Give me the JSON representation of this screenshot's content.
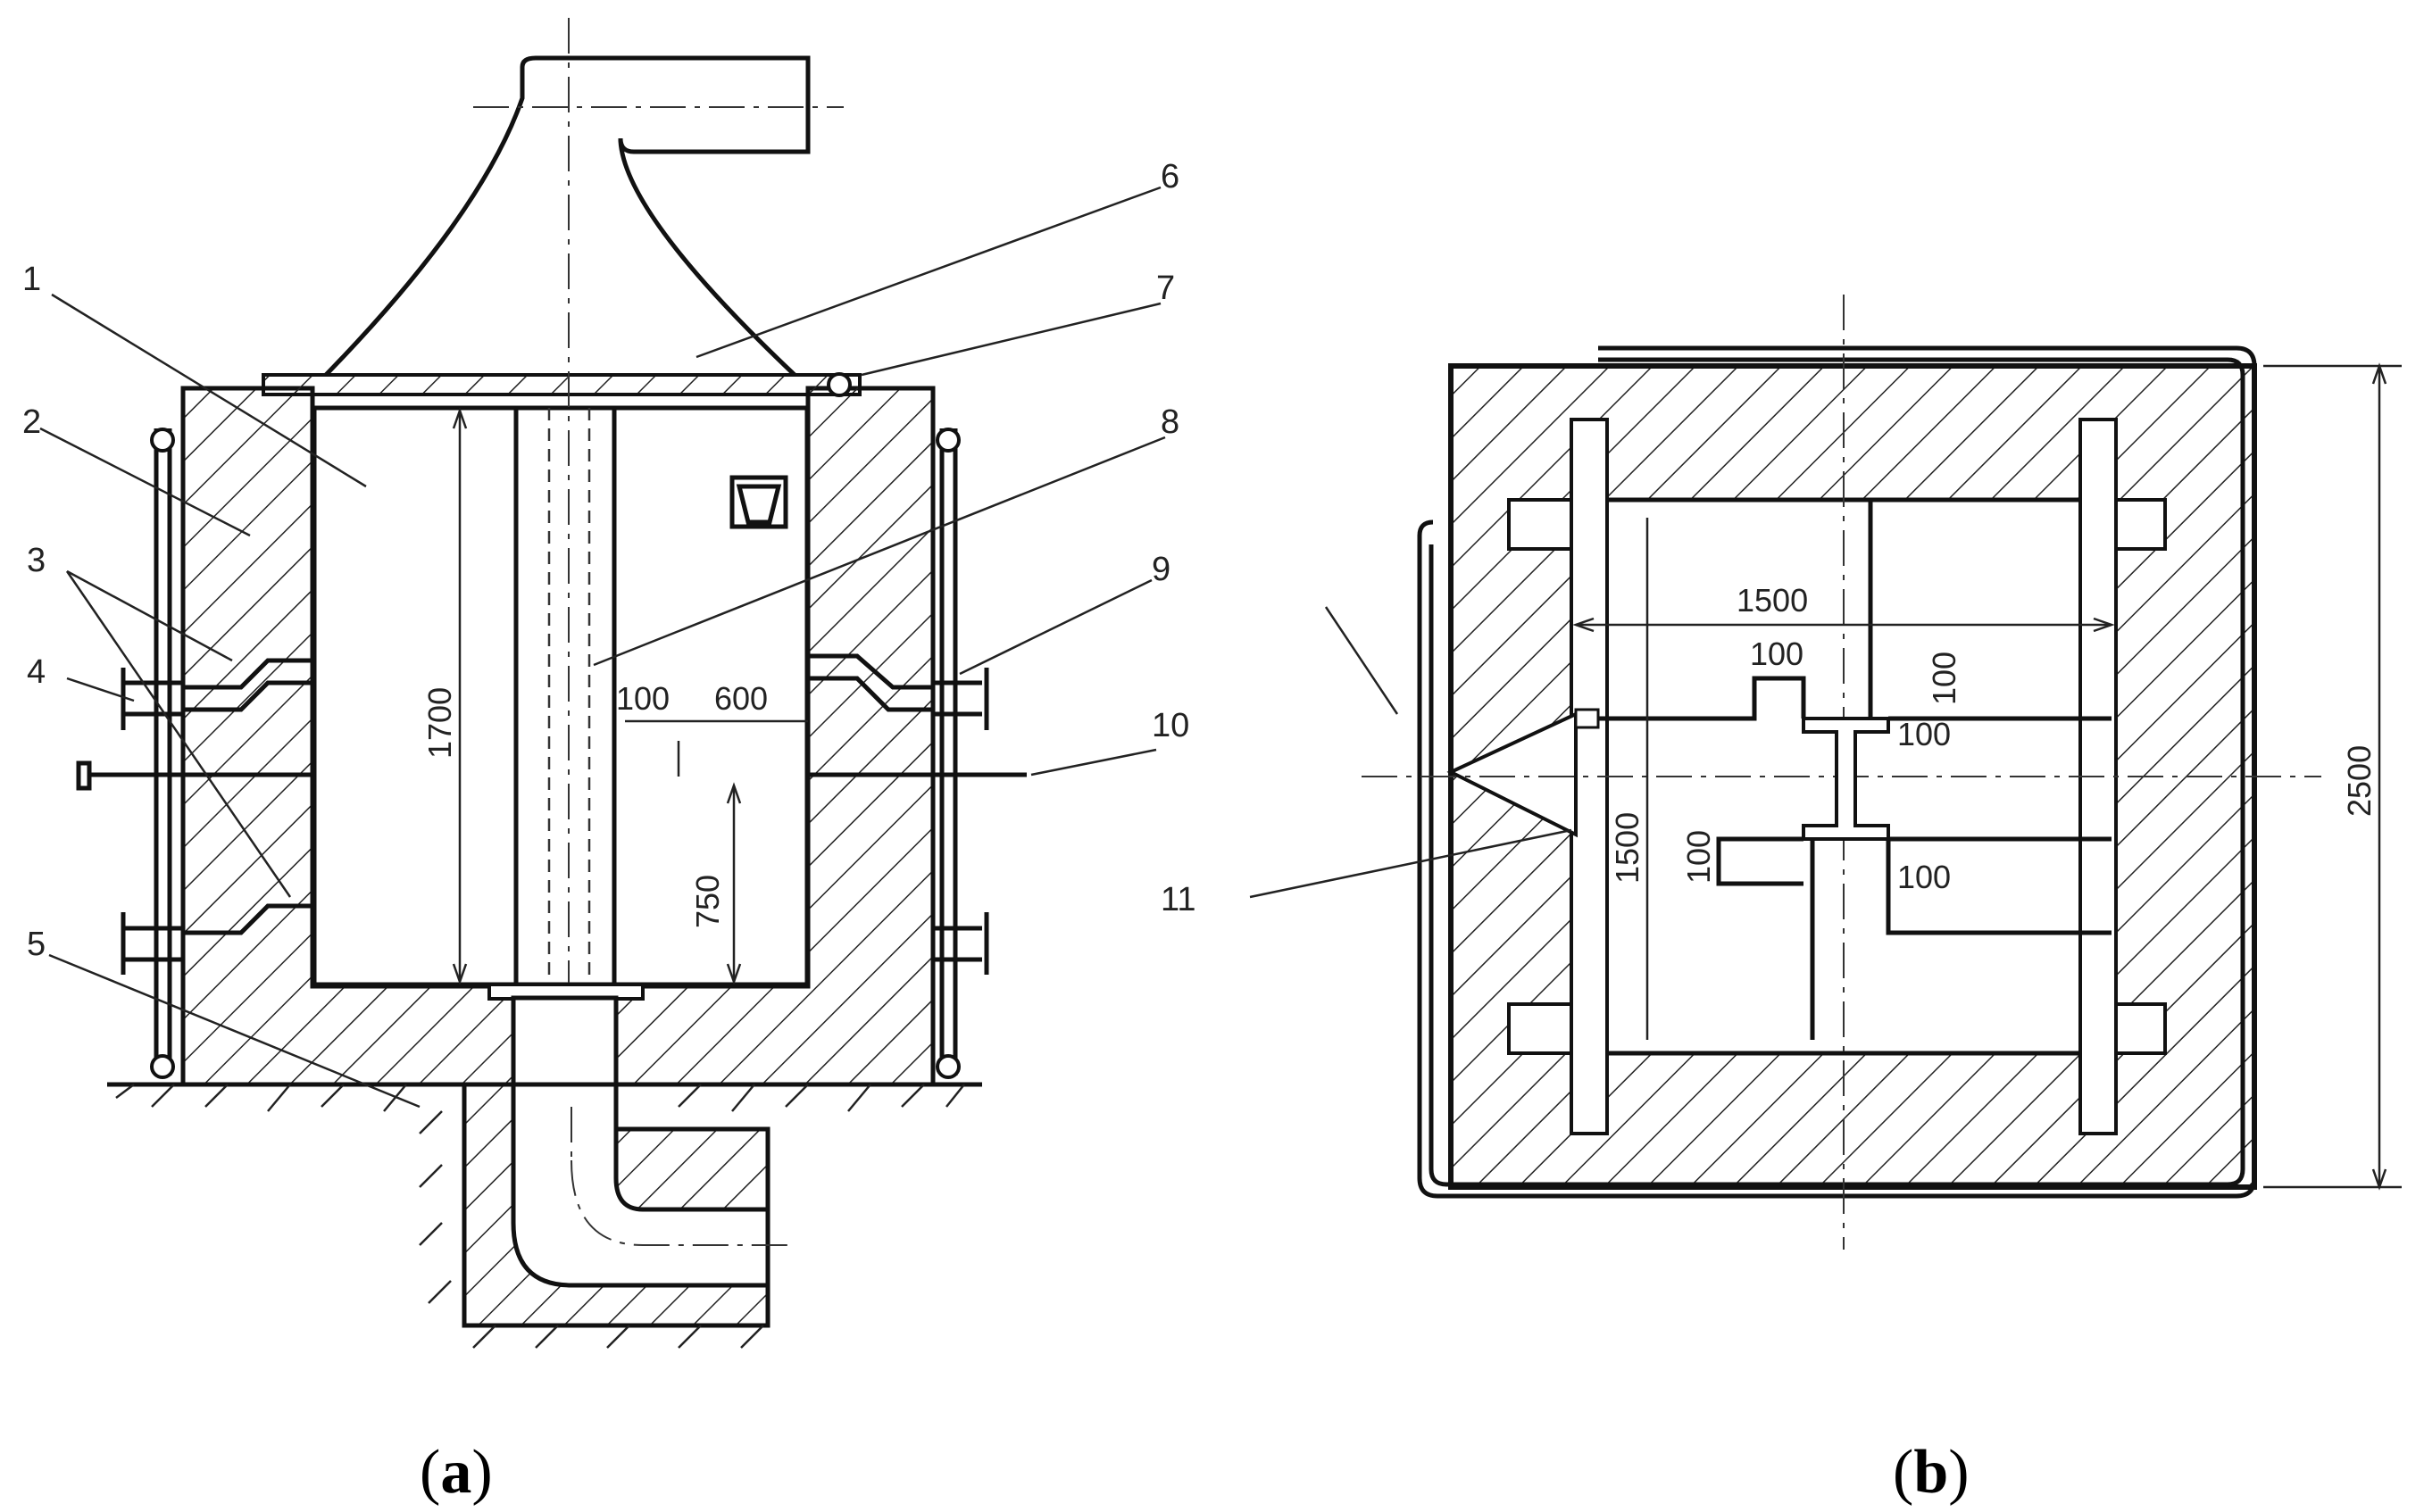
{
  "figure": {
    "panel_a": {
      "caption_open": "(",
      "caption_letter": "a",
      "caption_close": ")",
      "callouts": [
        "1",
        "2",
        "3",
        "4",
        "5",
        "6",
        "7",
        "8",
        "9",
        "10"
      ],
      "dimensions": {
        "height": "1700",
        "offset": "100",
        "width": "600",
        "level": "750"
      }
    },
    "panel_b": {
      "caption_open": "(",
      "caption_letter": "b",
      "caption_close": ")",
      "callouts": [
        "11"
      ],
      "dimensions": {
        "inner_width": "1500",
        "inner_height": "1500",
        "outer": "2500",
        "flange_top": "100",
        "flange_top_side": "100",
        "web_left": "100",
        "web_bottom": "100",
        "web_top": "100"
      }
    }
  }
}
